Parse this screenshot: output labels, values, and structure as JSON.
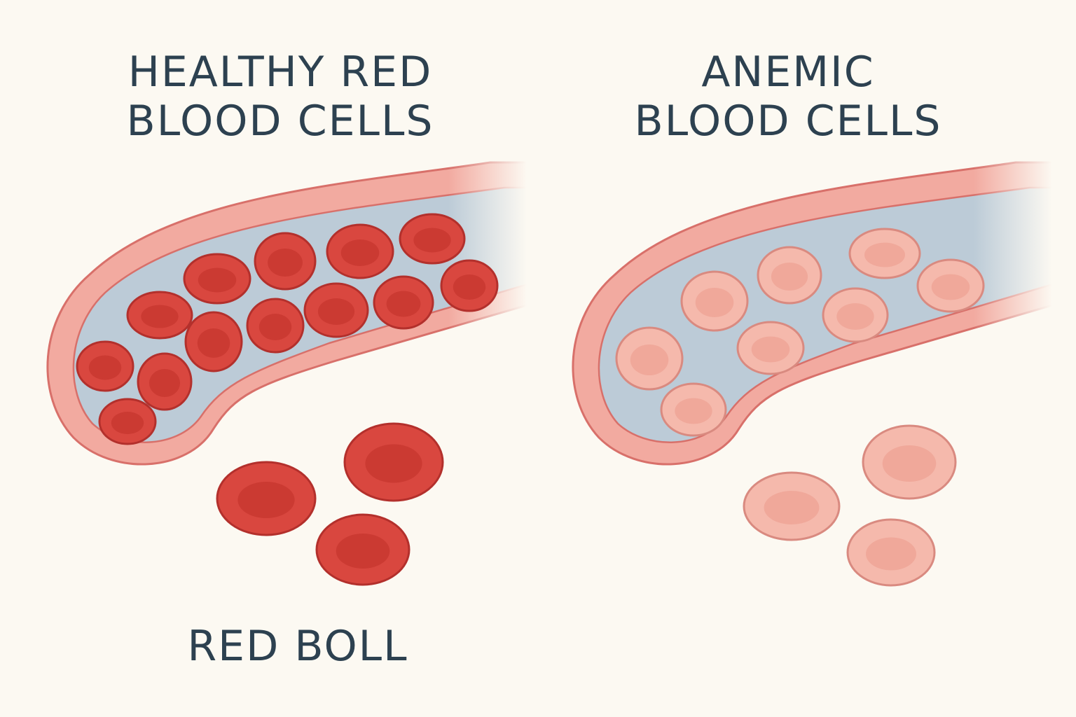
{
  "titles": {
    "healthy_line1": "HEALTHY RED",
    "healthy_line2": "BLOOD CELLS",
    "anemic_line1": "ANEMIC",
    "anemic_line2": "BLOOD CELLS",
    "bottom_label": "RED BOLL"
  },
  "colors": {
    "background": "#fcf9f2",
    "text": "#2d4150",
    "vessel_wall": "#f2aaa0",
    "vessel_stroke": "#d8706a",
    "lumen": "#bccbd7",
    "healthy_cell": "#d9473f",
    "healthy_stroke": "#b3302c",
    "anemic_cell": "#f5b9ac",
    "anemic_stroke": "#d98a80"
  }
}
